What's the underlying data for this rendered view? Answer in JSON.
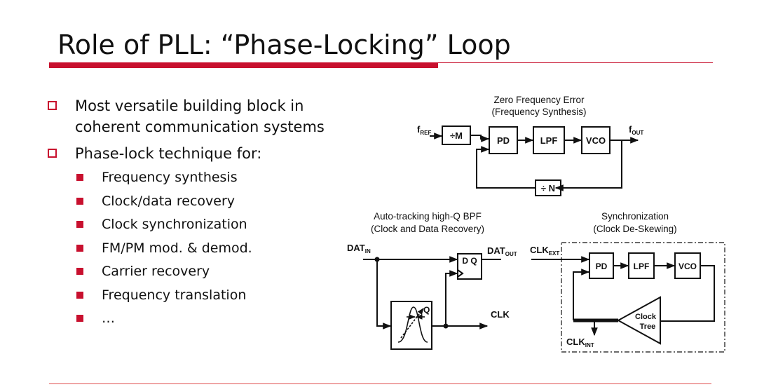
{
  "slide": {
    "title": "Role of PLL: “Phase-Locking” Loop",
    "bullets": [
      {
        "text": "Most versatile building block in coherent communication systems",
        "line1": "Most versatile building block in",
        "line2": "coherent communication systems"
      },
      {
        "text": "Phase-lock technique for:"
      }
    ],
    "sub_bullets": [
      "Frequency synthesis",
      "Clock/data recovery",
      "Clock synchronization",
      "FM/PM mod. & demod.",
      "Carrier recovery",
      "Frequency translation",
      "…"
    ]
  },
  "diagram_top": {
    "caption1": "Zero Frequency Error",
    "caption2": "(Frequency Synthesis)",
    "input": "f",
    "input_sub": "REF",
    "output": "f",
    "output_sub": "OUT",
    "div_m": "÷M",
    "pd": "PD",
    "lpf": "LPF",
    "vco": "VCO",
    "div_n": "÷ N"
  },
  "diagram_left": {
    "caption1": "Auto-tracking high-Q BPF",
    "caption2": "(Clock and Data Recovery)",
    "input": "DAT",
    "input_sub": "IN",
    "output": "DAT",
    "output_sub": "OUT",
    "ff_label": "D Q",
    "filter_q": "Q",
    "clk": "CLK"
  },
  "diagram_right": {
    "caption1": "Synchronization",
    "caption2": "(Clock De-Skewing)",
    "input": "CLK",
    "input_sub": "EXT",
    "pd": "PD",
    "lpf": "LPF",
    "vco": "VCO",
    "tree1": "Clock",
    "tree2": "Tree",
    "output": "CLK",
    "output_sub": "INT"
  }
}
